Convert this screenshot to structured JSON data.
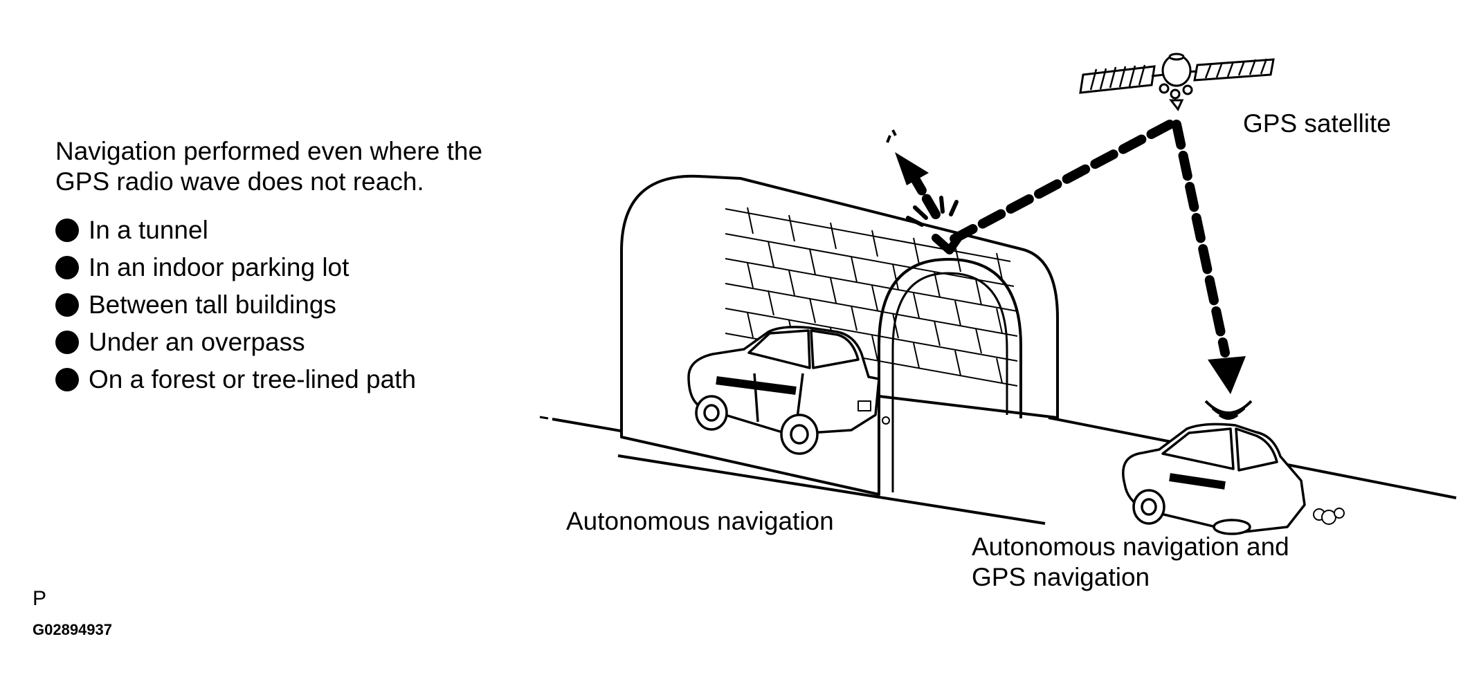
{
  "intro": {
    "line1": "Navigation performed even where the",
    "line2": "GPS radio wave does not reach."
  },
  "conditions": [
    "In a tunnel",
    "In an indoor parking lot",
    "Between tall buildings",
    "Under an overpass",
    "On a forest or tree-lined path"
  ],
  "labels": {
    "satellite": "GPS satellite",
    "autonomous": "Autonomous navigation",
    "combined_line1": "Autonomous navigation and",
    "combined_line2": "GPS navigation"
  },
  "footer": {
    "mark": "P",
    "code": "G02894937"
  }
}
